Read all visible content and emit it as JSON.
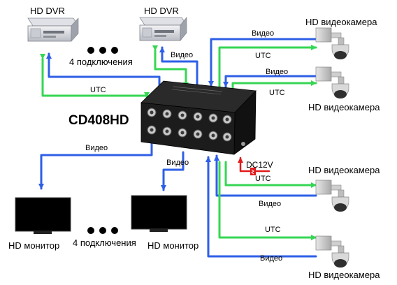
{
  "hub": {
    "model": "CD408HD"
  },
  "dvrs": {
    "title": "HD DVR",
    "extra_label": "4 подключения"
  },
  "cameras": {
    "title": "HD видеокамера"
  },
  "monitors": {
    "title": "HD монитор",
    "extra_label": "4 подключения"
  },
  "power": {
    "label": "DC12V"
  },
  "signals": {
    "video": "Видео",
    "utc": "UTC"
  },
  "colors": {
    "video_line": "#2e5fe6",
    "utc_line": "#35d653",
    "power_line": "#e11b1b",
    "hub_body": "#1c1c1c",
    "monitor_screen": "#000000"
  }
}
